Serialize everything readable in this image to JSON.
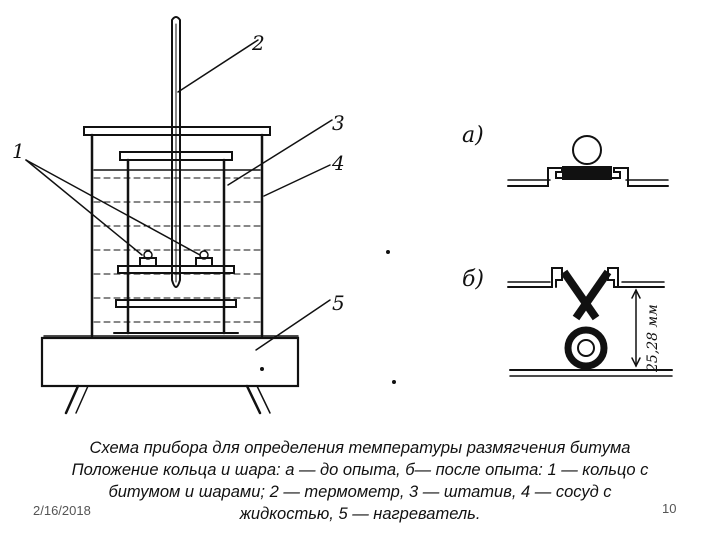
{
  "figure": {
    "labels": {
      "rings": "1",
      "thermometer": "2",
      "stand": "3",
      "vessel": "4",
      "heater": "5",
      "variant_a": "а)",
      "variant_b": "б)",
      "dimension": "25,28 мм"
    }
  },
  "caption": {
    "line1": "Схема прибора для определения температуры размягчения битума",
    "line2": "Положение кольца и шара: а — до опыта, б— после опыта: 1 — кольцо с",
    "line3": "битумом и шарами; 2 — термометр, 3 — штатив, 4 — сосуд с",
    "line4": "жидкостью, 5 — нагреватель."
  },
  "footer": {
    "date": "2/16/2018",
    "page": "10"
  }
}
